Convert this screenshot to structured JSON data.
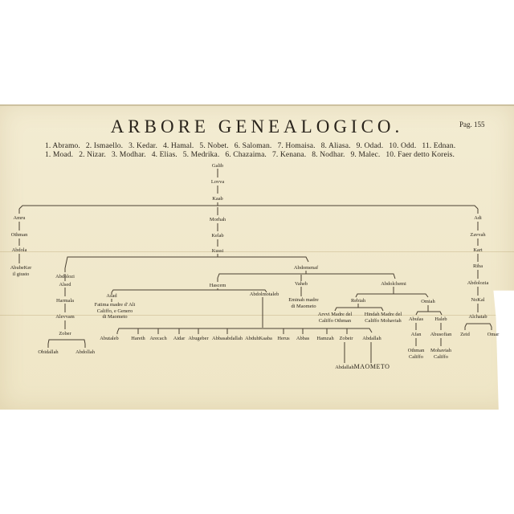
{
  "document": {
    "title": "ARBORE GENEALOGICO.",
    "page_label": "Pag. 155",
    "paper_color": "#f1e9cd",
    "ink_color": "#2b251c"
  },
  "ancestor_list": {
    "row1": [
      "1. Abramo.",
      "2. Ismaello.",
      "3. Kedar.",
      "4. Hamal.",
      "5. Nobet.",
      "6. Saloman.",
      "7. Homaisa.",
      "8. Aliasa.",
      "9. Odad.",
      "10. Odd.",
      "11. Ednan."
    ],
    "row2": [
      "1. Moad.",
      "2. Nizar.",
      "3. Modhar.",
      "4. Elias.",
      "5. Medrika.",
      "6. Chazaima.",
      "7. Kenana.",
      "8. Nodhar.",
      "9. Malec.",
      "10. Faer detto Koreis."
    ]
  },
  "tree": {
    "galib": "Galib",
    "lovva": "Lovva",
    "kaab": "Kaab",
    "morhah": "Morhah",
    "kelab": "Kelab",
    "kussi": "Kussi",
    "amru": "Amru",
    "othman": "Othman",
    "abdola": "Abdola",
    "abubeker": "AbubeKer",
    "abubeker_note": "il giusto",
    "adi": "Adi",
    "zavvah": "Zavvah",
    "kart": "Kart",
    "riha": "Riha",
    "abdolozia": "Abdolozia",
    "nokal": "NoKal",
    "alchatab": "Alchatab",
    "zeid": "Zeid",
    "omar": "Omar",
    "abdolozi": "Abdolozi",
    "alsed": "Alsed",
    "harmala": "Harmala",
    "alevvam": "Alevvam",
    "zober_left": "Zober",
    "obidallah": "Obidallah",
    "abdollah_left": "Abdollah",
    "abdomenaf": "Abdomenaf",
    "hascem": "Hascem",
    "vaheb": "Vaheb",
    "abdolchemi": "Abdolchemi",
    "asad": "Asad",
    "fatima_1": "Fatima madre d' Ali",
    "fatima_2": "Califfo, e Genero",
    "fatima_3": "di Maometo",
    "abdolmotaleb": "Abdolmotaleb",
    "eminah_1": "Eminah madre",
    "eminah_2": "di Maometo",
    "rebiah": "Rebiah",
    "omiah": "Omiah",
    "arvvi_1": "Arvvi Madre del",
    "arvvi_2": "Califfo Othman",
    "hindah_1": "Hindah Madre del",
    "hindah_2": "Califfo Mohaviah",
    "abulas": "Abulas",
    "haleb": "Haleb",
    "afan": "Afan",
    "abusofian": "Abusofian",
    "othman_califfo_1": "Othman",
    "othman_califfo_2": "Califfo",
    "mohaviah_1": "Mohaviah",
    "mohaviah_2": "Califfo",
    "sons": [
      "Abutaleb",
      "Hareth",
      "Arecach",
      "Aidar",
      "Abugeber",
      "Abbasabdallah",
      "AbduhKaaba",
      "Herus",
      "Abbas",
      "Hamzah",
      "Zobeir",
      "Abdallah"
    ],
    "abdallah_son": "Abdallah",
    "maometo": "MAOMETO"
  }
}
